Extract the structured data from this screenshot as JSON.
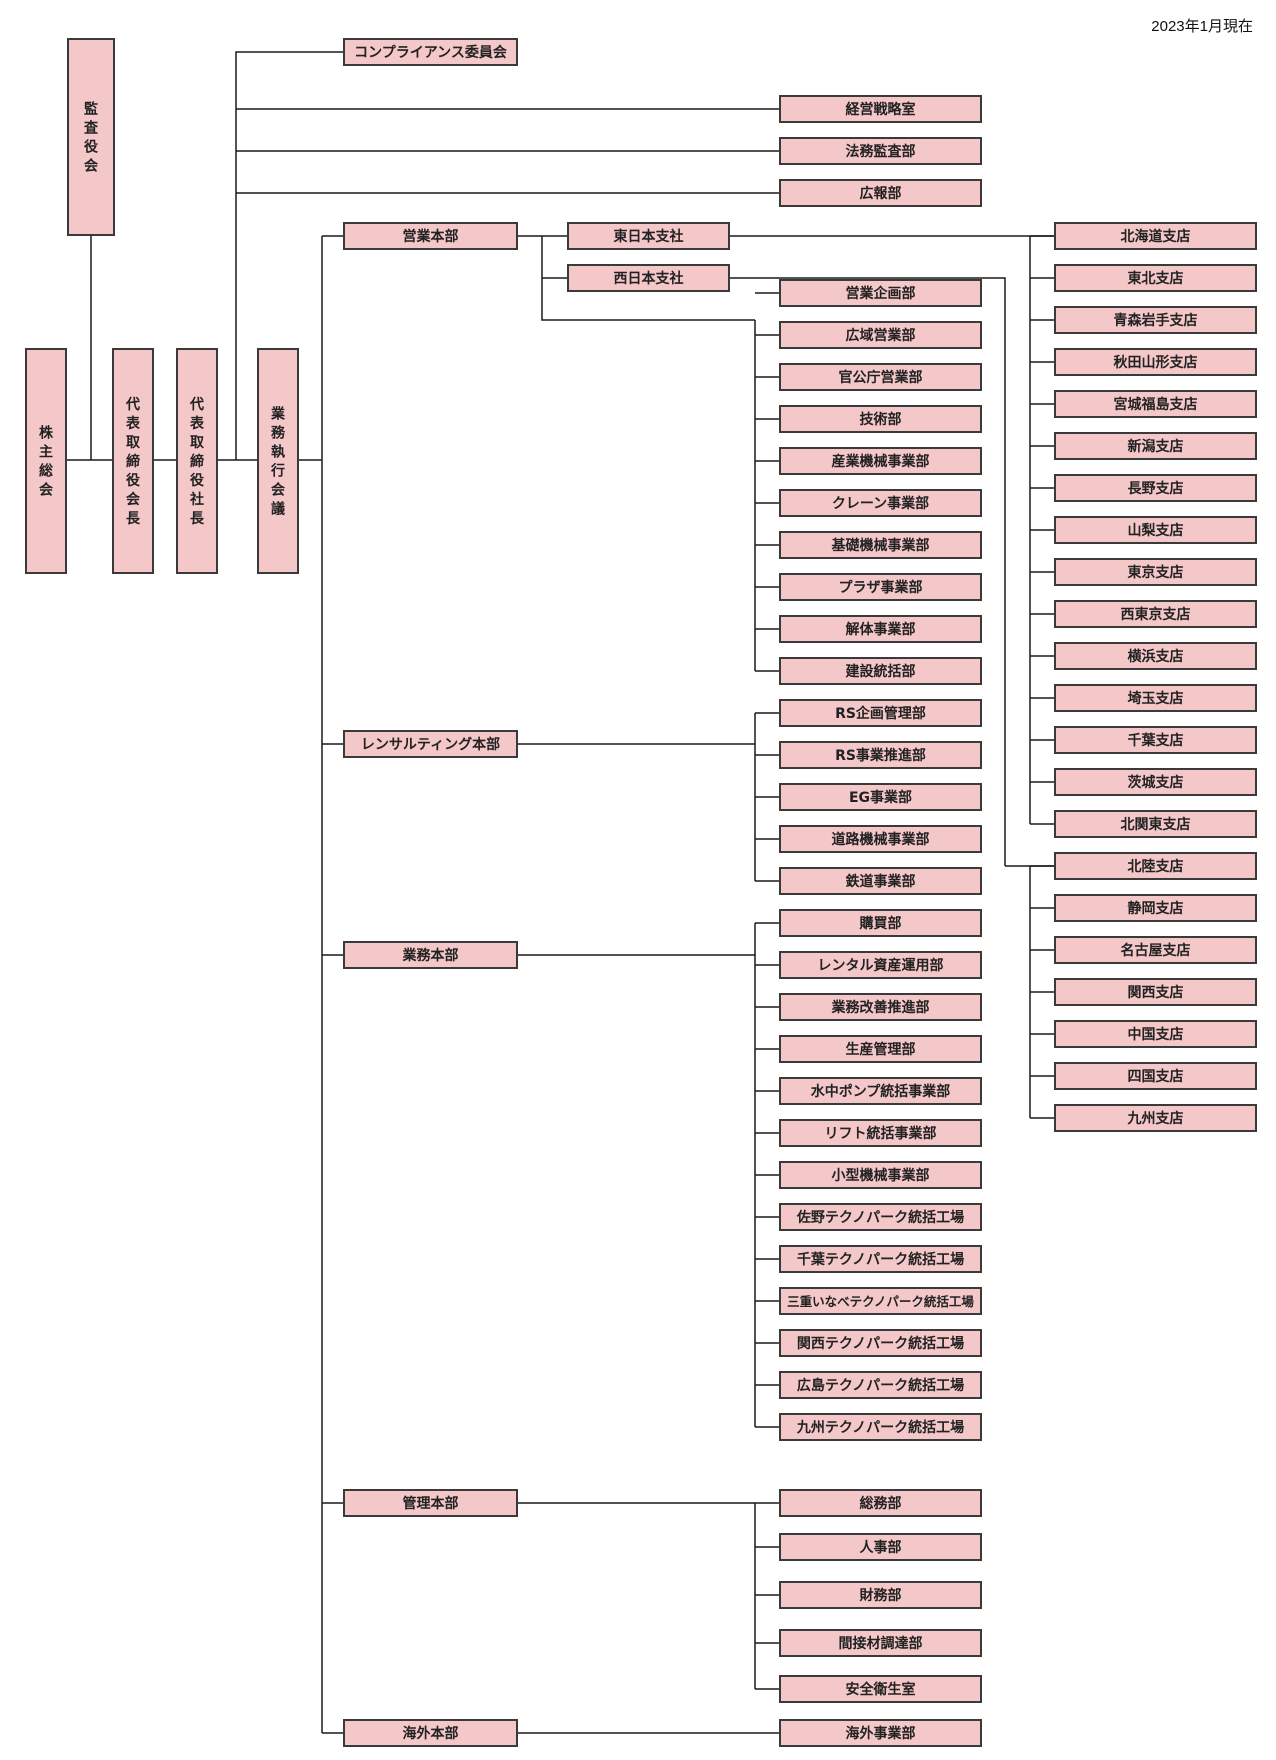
{
  "date_label": "2023年1月現在",
  "vertical_boxes": {
    "auditor": "監査役会",
    "shareholders": "株主総会",
    "chairman": "代表取締役会長",
    "president": "代表取締役社長",
    "exec_meeting": "業務執行会議"
  },
  "top_units": [
    "コンプライアンス委員会",
    "経営戦略室",
    "法務監査部",
    "広報部"
  ],
  "divisions": {
    "sales": "営業本部",
    "consulting": "レンサルティング本部",
    "operations": "業務本部",
    "admin": "管理本部",
    "overseas": "海外本部"
  },
  "branch_companies": {
    "east": "東日本支社",
    "west": "西日本支社"
  },
  "sales_departments": [
    "営業企画部",
    "広域営業部",
    "官公庁営業部",
    "技術部",
    "産業機械事業部",
    "クレーン事業部",
    "基礎機械事業部",
    "プラザ事業部",
    "解体事業部",
    "建設統括部"
  ],
  "consulting_departments": [
    "RS企画管理部",
    "RS事業推進部",
    "EG事業部",
    "道路機械事業部",
    "鉄道事業部"
  ],
  "operations_departments": [
    "購買部",
    "レンタル資産運用部",
    "業務改善推進部",
    "生産管理部",
    "水中ポンプ統括事業部",
    "リフト統括事業部",
    "小型機械事業部",
    "佐野テクノパーク統括工場",
    "千葉テクノパーク統括工場",
    "三重いなべテクノパーク統括工場",
    "関西テクノパーク統括工場",
    "広島テクノパーク統括工場",
    "九州テクノパーク統括工場"
  ],
  "admin_departments": [
    "総務部",
    "人事部",
    "財務部",
    "間接材調達部",
    "安全衛生室"
  ],
  "overseas_departments": [
    "海外事業部"
  ],
  "east_branches": [
    "北海道支店",
    "東北支店",
    "青森岩手支店",
    "秋田山形支店",
    "宮城福島支店",
    "新潟支店",
    "長野支店",
    "山梨支店",
    "東京支店",
    "西東京支店",
    "横浜支店",
    "埼玉支店",
    "千葉支店",
    "茨城支店",
    "北関東支店"
  ],
  "west_branches": [
    "北陸支店",
    "静岡支店",
    "名古屋支店",
    "関西支店",
    "中国支店",
    "四国支店",
    "九州支店"
  ]
}
